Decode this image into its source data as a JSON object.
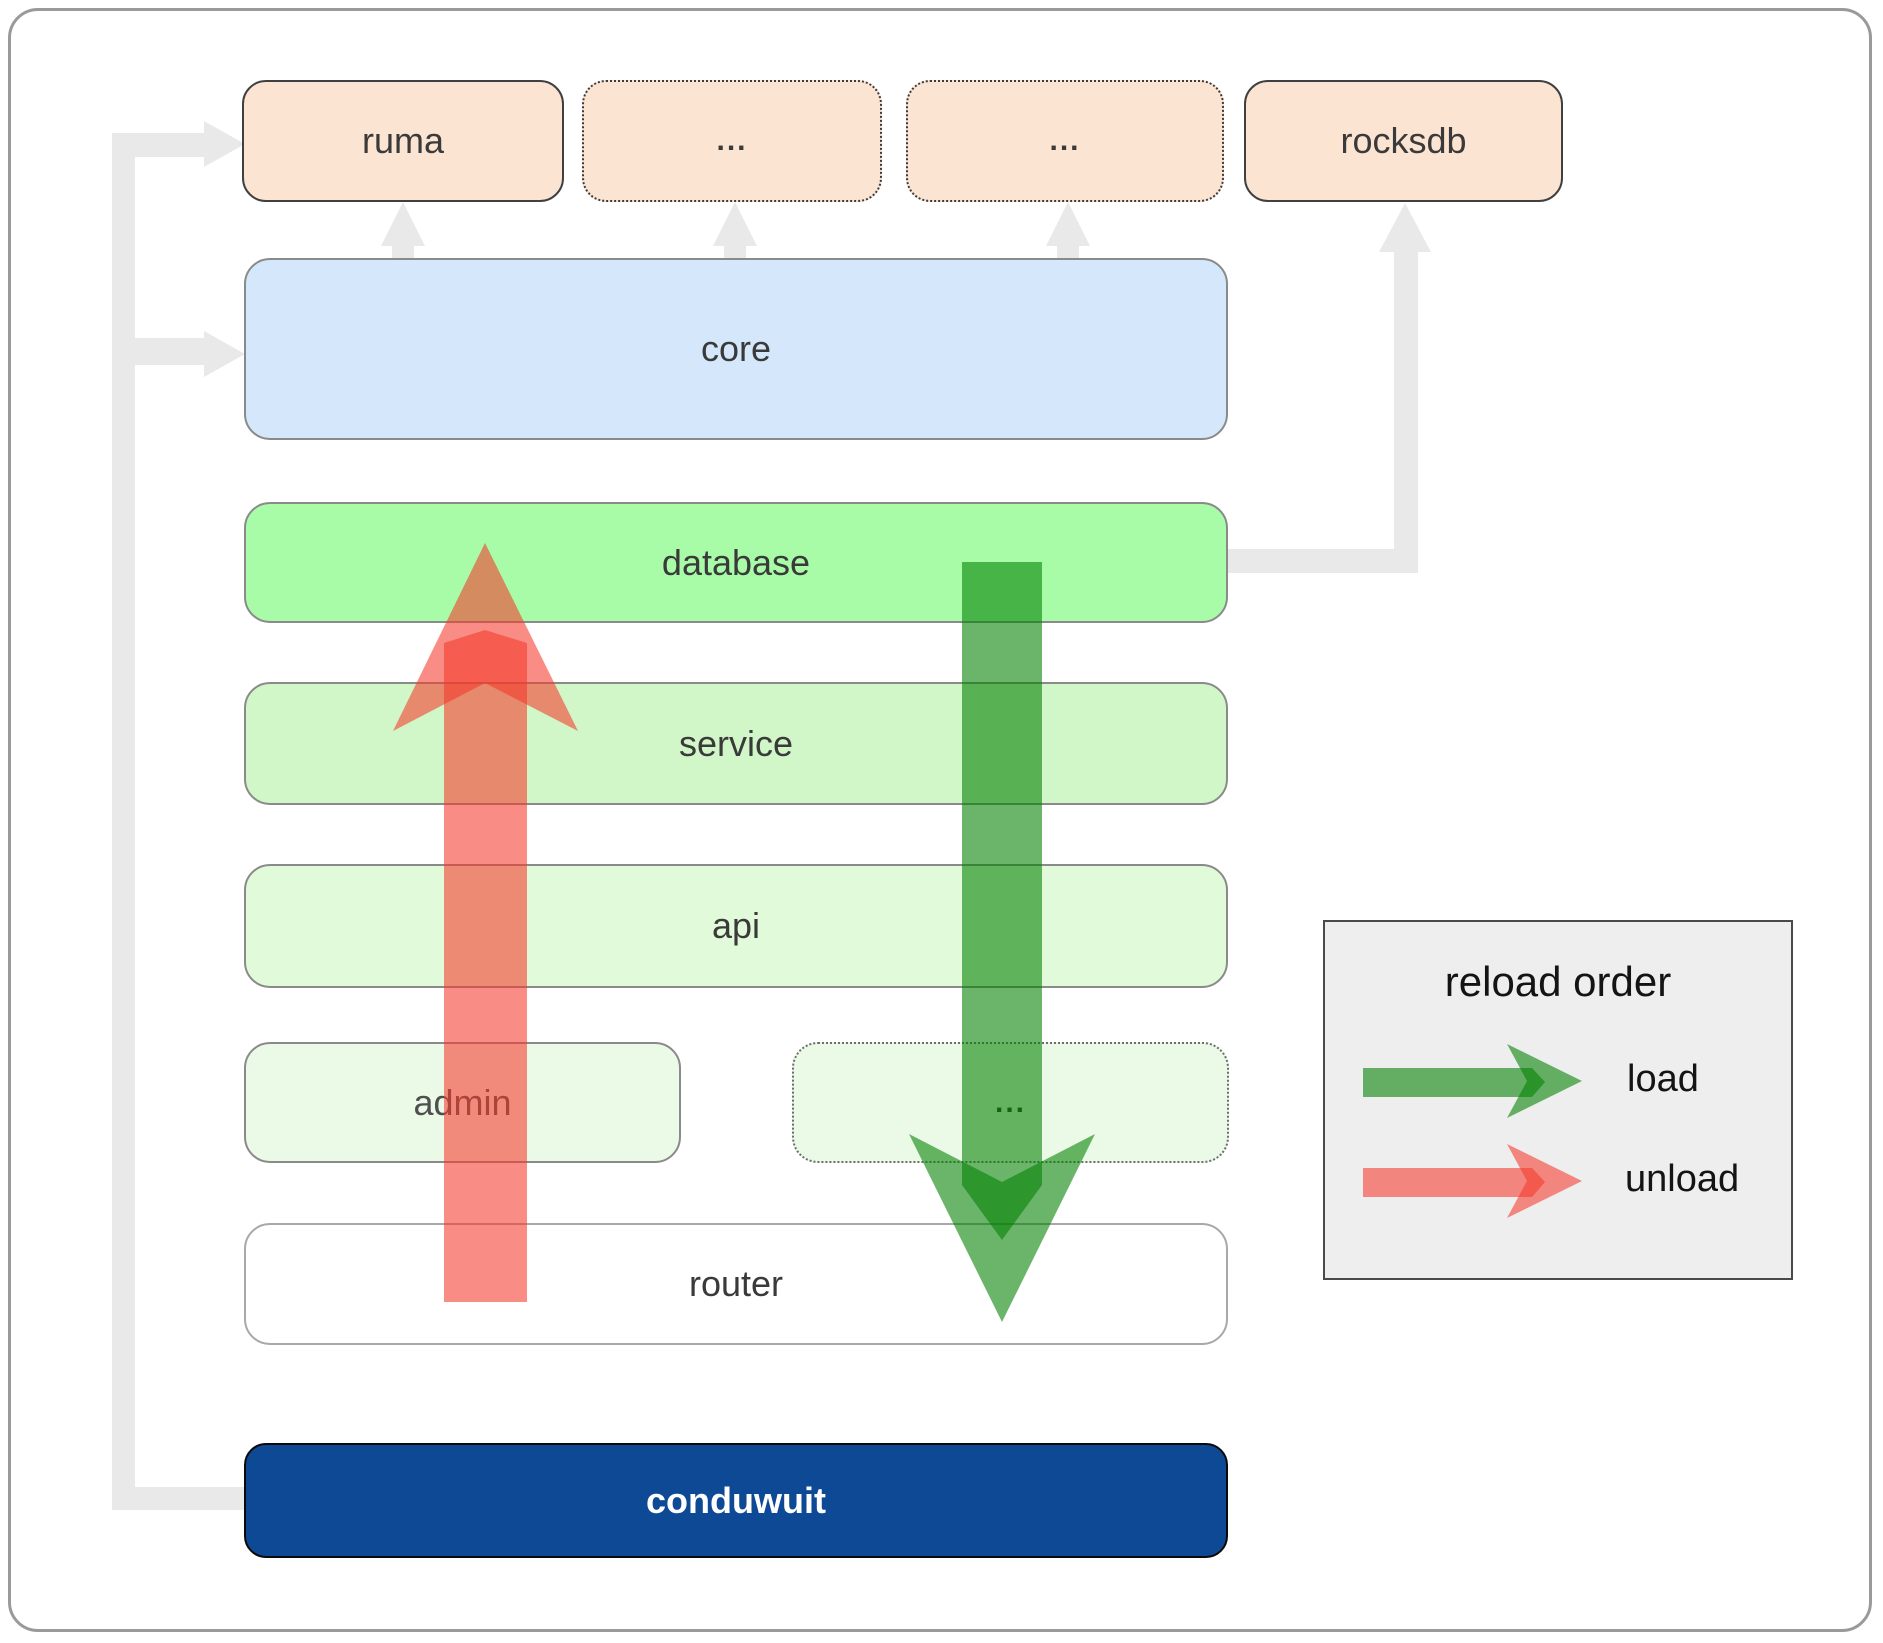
{
  "figure": {
    "nodes": {
      "ruma": {
        "label": "ruma"
      },
      "dep_more_1": {
        "label": "..."
      },
      "dep_more_2": {
        "label": "..."
      },
      "rocksdb": {
        "label": "rocksdb"
      },
      "core": {
        "label": "core"
      },
      "database": {
        "label": "database"
      },
      "service": {
        "label": "service"
      },
      "api": {
        "label": "api"
      },
      "admin": {
        "label": "admin"
      },
      "service_more": {
        "label": "..."
      },
      "router": {
        "label": "router"
      },
      "conduwuit": {
        "label": "conduwuit"
      }
    },
    "legend": {
      "title": "reload order",
      "load_label": "load",
      "unload_label": "unload"
    },
    "colors": {
      "load_arrow": "#008000",
      "unload_arrow": "#f4392b",
      "arrow_opacity": "0.58",
      "connector_gray": "#e9e9e9",
      "dependency_fill": "#fce4d3",
      "core_fill": "#d5e8fb",
      "database_fill": "#a8fca8",
      "service_fill": "#d1f7c8",
      "api_fill": "#e1fad9",
      "admin_fill": "#ebfae6",
      "router_fill": "#ffffff",
      "conduwuit_fill": "#0e4996",
      "legend_fill": "#eeeeee"
    }
  }
}
